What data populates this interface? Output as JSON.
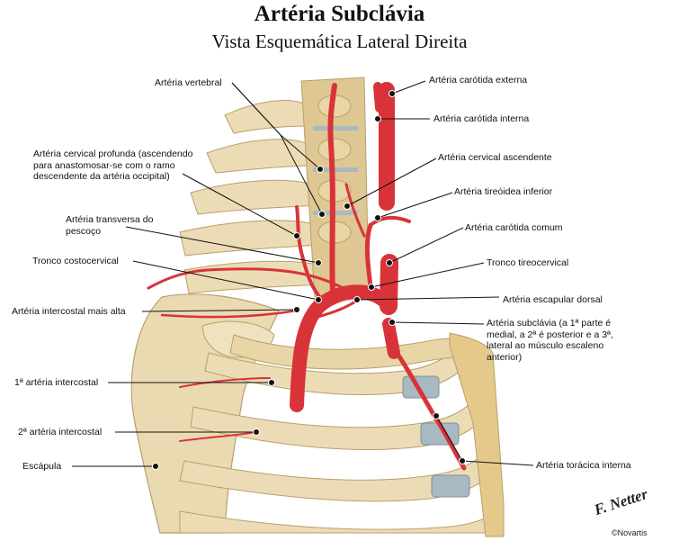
{
  "title": "Artéria Subclávia",
  "subtitle": "Vista Esquemática Lateral Direita",
  "labels": {
    "vertebral": "Artéria vertebral",
    "cervical_profunda": "Artéria cervical profunda (ascendendo para anastomosar-se com o ramo descendente da artéria occipital)",
    "transversa": "Artéria transversa do pescoço",
    "costocervical": "Tronco costocervical",
    "intercostal_alta": "Artéria intercostal mais alta",
    "intercostal_1": "1ª artéria intercostal",
    "intercostal_2": "2ª artéria intercostal",
    "escapula": "Escápula",
    "carotida_externa": "Artéria carótida externa",
    "carotida_interna": "Artéria carótida interna",
    "cervical_ascendente": "Artéria cervical ascendente",
    "tireoidea_inferior": "Artéria tireóidea inferior",
    "carotida_comum": "Artéria carótida comum",
    "tireocervical": "Tronco tireocervical",
    "escapular_dorsal": "Artéria escapular dorsal",
    "subclavia": "Artéria subclávia (a 1ª parte é medial, a 2ª é posterior e a 3ª, lateral ao músculo escaleno anterior)",
    "toracica_interna": "Artéria torácica interna"
  },
  "signature": "F. Netter",
  "credit": "©Novartis",
  "colors": {
    "artery": "#d9333a",
    "artery_dark": "#a51f26",
    "bone": "#ecdcb6",
    "bone_shade": "#c9b27f",
    "cartilage": "#a9b9c2",
    "leader": "#111111"
  }
}
